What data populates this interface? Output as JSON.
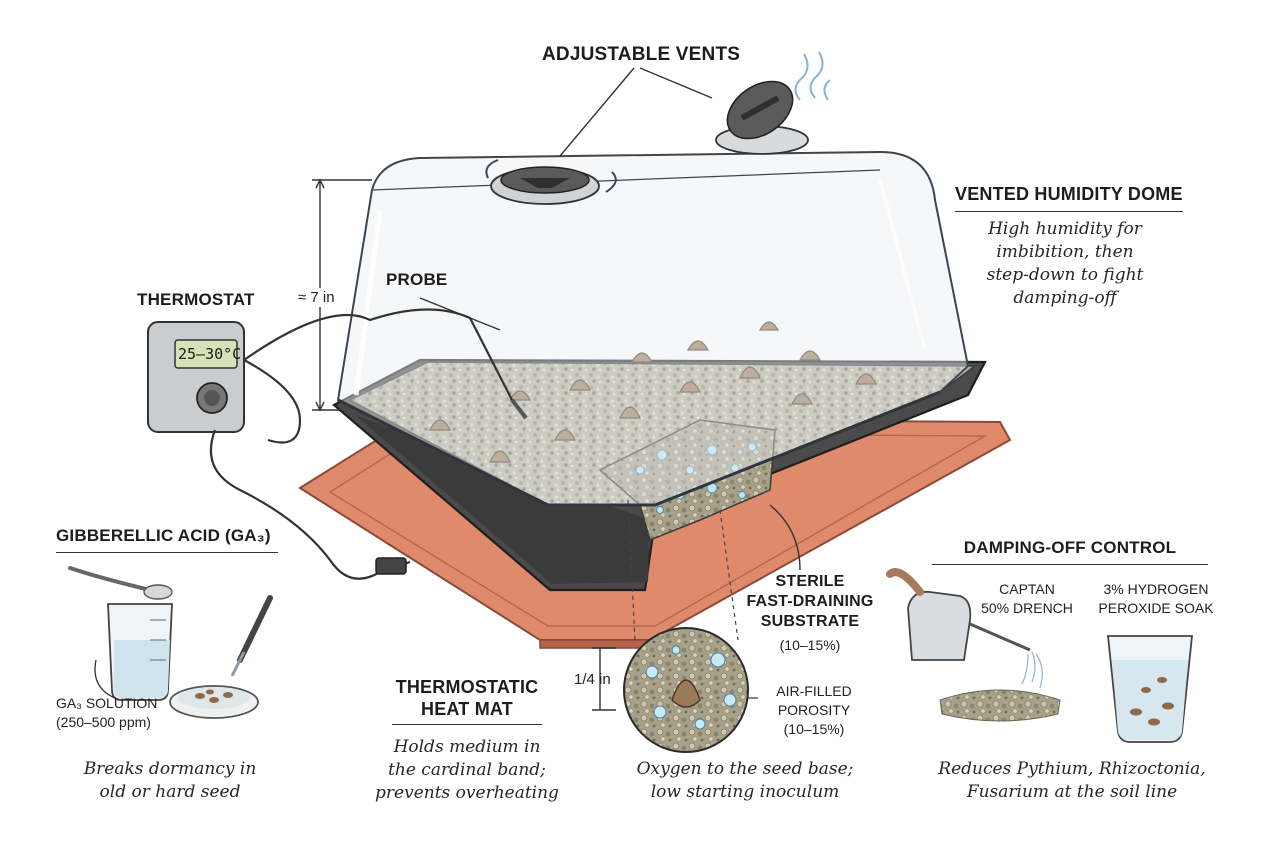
{
  "labels": {
    "adjustable_vents": "ADJUSTABLE VENTS",
    "vented_dome_title": "VENTED HUMIDITY DOME",
    "vented_dome_note": [
      "High humidity for",
      "imbibition, then",
      "step-down to fight",
      "damping-off"
    ],
    "thermostat": "THERMOSTAT",
    "thermostat_display": "25–30°C",
    "probe": "PROBE",
    "dome_height": "≈ 7 in",
    "ga3_title": "GIBBERELLIC ACID (GA₃)",
    "ga3_solution": [
      "GA₃ SOLUTION",
      "(250–500 ppm)"
    ],
    "ga3_note": [
      "Breaks dormancy in",
      "old or hard seed"
    ],
    "heat_mat_title": [
      "THERMOSTATIC",
      "HEAT MAT"
    ],
    "heat_mat_note": [
      "Holds medium in",
      "the cardinal band;",
      "prevents overheating"
    ],
    "substrate_title": [
      "STERILE",
      "FAST-DRAINING",
      "SUBSTRATE"
    ],
    "substrate_pct": "(10–15%)",
    "seed_depth": "1/4 in",
    "porosity": [
      "AIR-FILLED",
      "POROSITY",
      "(10–15%)"
    ],
    "substrate_note": [
      "Oxygen to the seed base;",
      "low starting inoculum"
    ],
    "damping_title": "DAMPING-OFF CONTROL",
    "captan": [
      "CAPTAN",
      "50% DRENCH"
    ],
    "peroxide": [
      "3% HYDROGEN",
      "PEROXIDE SOAK"
    ],
    "damping_note": [
      "Reduces Pythium, Rhizoctonia,",
      "Fusarium at the soil line"
    ]
  },
  "colors": {
    "heat_mat": "#e08a6c",
    "tray": "#4a4a4a",
    "dome": "#e9eef1",
    "substrate": "#b9b39f",
    "ink": "#1d1d1d"
  }
}
